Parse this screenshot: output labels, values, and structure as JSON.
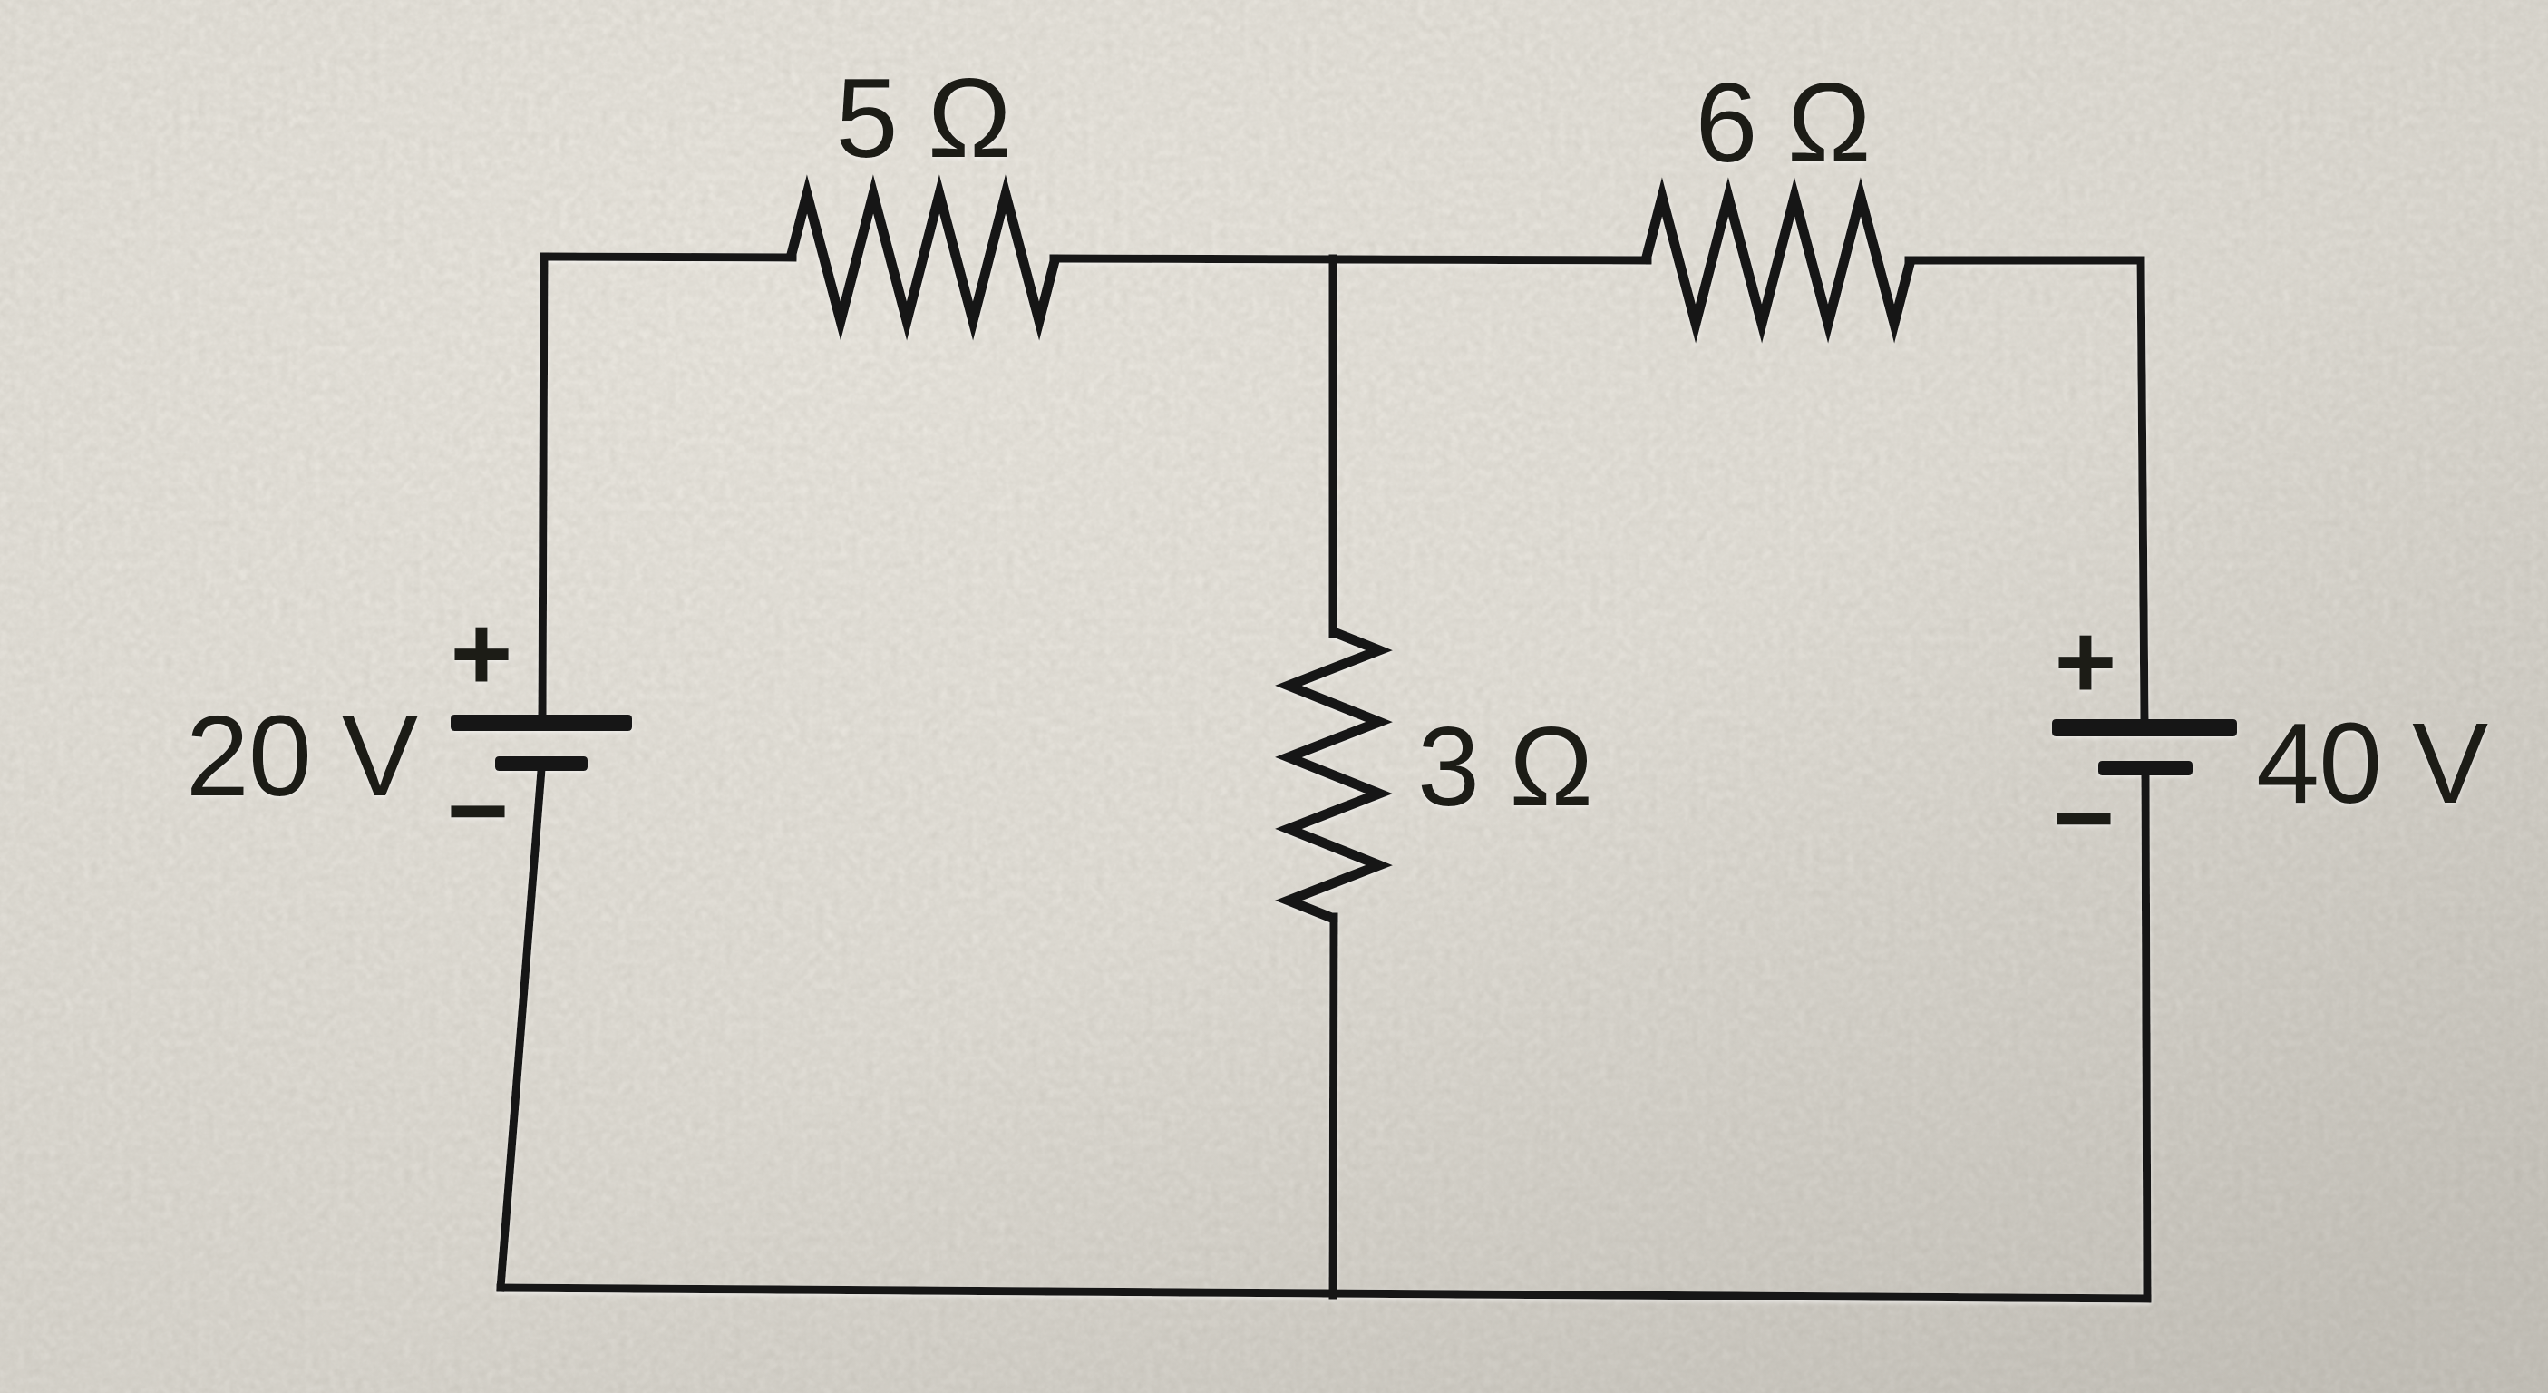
{
  "page": {
    "kind": "photographed circuit schematic on paper",
    "paper_color": "#eae7e0",
    "ink_color": "#1c1a16"
  },
  "circuit": {
    "resistors": [
      {
        "id": "r-top-left",
        "label": "5 Ω",
        "value": "5",
        "unit": "Ω",
        "placement": "top wire, left loop"
      },
      {
        "id": "r-top-right",
        "label": "6 Ω",
        "value": "6",
        "unit": "Ω",
        "placement": "top wire, right loop"
      },
      {
        "id": "r-middle",
        "label": "3 Ω",
        "value": "3",
        "unit": "Ω",
        "placement": "center vertical branch"
      }
    ],
    "sources": [
      {
        "id": "v-left",
        "label": "20 V",
        "value": "20",
        "unit": "V",
        "positive_mark": "+",
        "negative_mark": "−",
        "polarity": "positive terminal on top"
      },
      {
        "id": "v-right",
        "label": "40 V",
        "value": "40",
        "unit": "V",
        "positive_mark": "+",
        "negative_mark": "−",
        "polarity": "positive terminal on top"
      }
    ]
  }
}
